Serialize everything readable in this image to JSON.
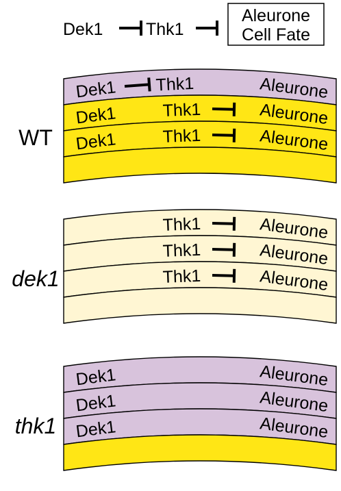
{
  "colors": {
    "aleurone_layer": "#d8c3dc",
    "starchy_layer": "#ffe615",
    "mutant_pale_layer": "#fff6d3",
    "outline": "#000000"
  },
  "pathway": {
    "dek1": "Dek1",
    "thk1": "Thk1",
    "fate_line1": "Aleurone",
    "fate_line2": "Cell Fate"
  },
  "panels": [
    {
      "label": "WT",
      "italic": false,
      "layers": [
        {
          "fill": "aleurone_layer",
          "dek1": "Dek1",
          "dek1_inhibits": true,
          "thk1": "Thk1",
          "thk1_inhibits": false,
          "aleurone": "Aleurone"
        },
        {
          "fill": "starchy_layer",
          "dek1": "Dek1",
          "dek1_inhibits": false,
          "thk1": "Thk1",
          "thk1_inhibits": true,
          "aleurone": "Aleurone"
        },
        {
          "fill": "starchy_layer",
          "dek1": "Dek1",
          "dek1_inhibits": false,
          "thk1": "Thk1",
          "thk1_inhibits": true,
          "aleurone": "Aleurone"
        },
        {
          "fill": "starchy_layer",
          "dek1": "",
          "dek1_inhibits": false,
          "thk1": "",
          "thk1_inhibits": false,
          "aleurone": ""
        }
      ]
    },
    {
      "label": "dek1",
      "italic": true,
      "layers": [
        {
          "fill": "mutant_pale_layer",
          "dek1": "",
          "dek1_inhibits": false,
          "thk1": "Thk1",
          "thk1_inhibits": true,
          "aleurone": "Aleurone"
        },
        {
          "fill": "mutant_pale_layer",
          "dek1": "",
          "dek1_inhibits": false,
          "thk1": "Thk1",
          "thk1_inhibits": true,
          "aleurone": "Aleurone"
        },
        {
          "fill": "mutant_pale_layer",
          "dek1": "",
          "dek1_inhibits": false,
          "thk1": "Thk1",
          "thk1_inhibits": true,
          "aleurone": "Aleurone"
        },
        {
          "fill": "mutant_pale_layer",
          "dek1": "",
          "dek1_inhibits": false,
          "thk1": "",
          "thk1_inhibits": false,
          "aleurone": ""
        }
      ]
    },
    {
      "label": "thk1",
      "italic": true,
      "layers": [
        {
          "fill": "aleurone_layer",
          "dek1": "Dek1",
          "dek1_inhibits": false,
          "thk1": "",
          "thk1_inhibits": false,
          "aleurone": "Aleurone"
        },
        {
          "fill": "aleurone_layer",
          "dek1": "Dek1",
          "dek1_inhibits": false,
          "thk1": "",
          "thk1_inhibits": false,
          "aleurone": "Aleurone"
        },
        {
          "fill": "aleurone_layer",
          "dek1": "Dek1",
          "dek1_inhibits": false,
          "thk1": "",
          "thk1_inhibits": false,
          "aleurone": "Aleurone"
        },
        {
          "fill": "starchy_layer",
          "dek1": "",
          "dek1_inhibits": false,
          "thk1": "",
          "thk1_inhibits": false,
          "aleurone": ""
        }
      ]
    }
  ]
}
